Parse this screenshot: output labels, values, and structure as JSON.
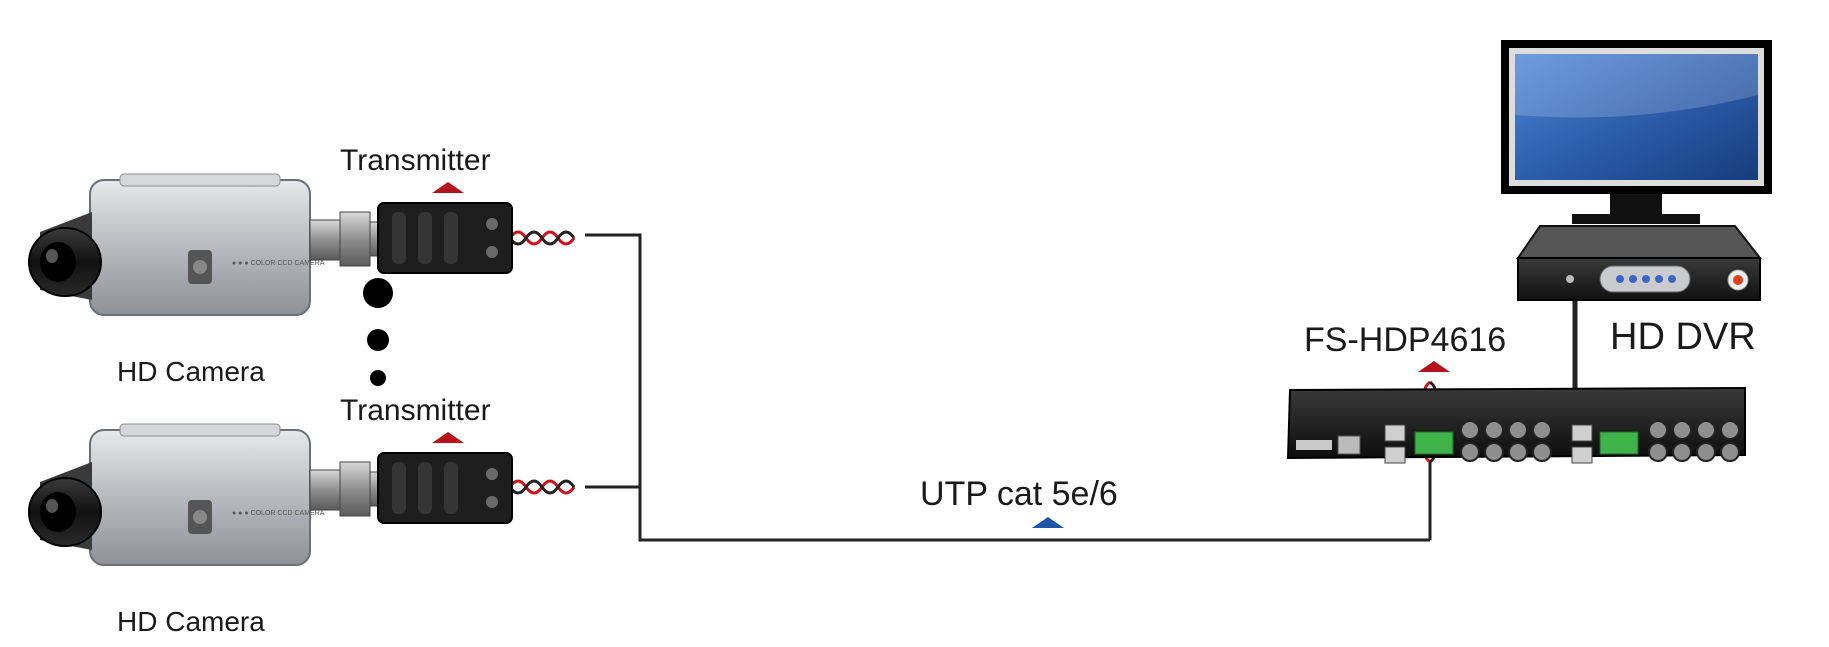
{
  "labels": {
    "transmitter_top": "Transmitter",
    "transmitter_bottom": "Transmitter",
    "camera_top": "HD Camera",
    "camera_bottom": "HD Camera",
    "hub_model": "FS-HDP4616",
    "dvr": "HD DVR",
    "cable": "UTP cat 5e/6"
  },
  "colors": {
    "marker_red": "#b5121b",
    "marker_blue": "#1f56a8",
    "wire": "#222222",
    "twisted_red": "#d0101a",
    "camera_body": "#b9bcc0",
    "transmitter_body": "#1e1e1e",
    "monitor_screen": "#2f5fb0"
  },
  "icons": [
    "camera-icon",
    "transmitter-icon",
    "hub-icon",
    "dvr-icon",
    "monitor-icon",
    "triangle-marker-icon"
  ]
}
